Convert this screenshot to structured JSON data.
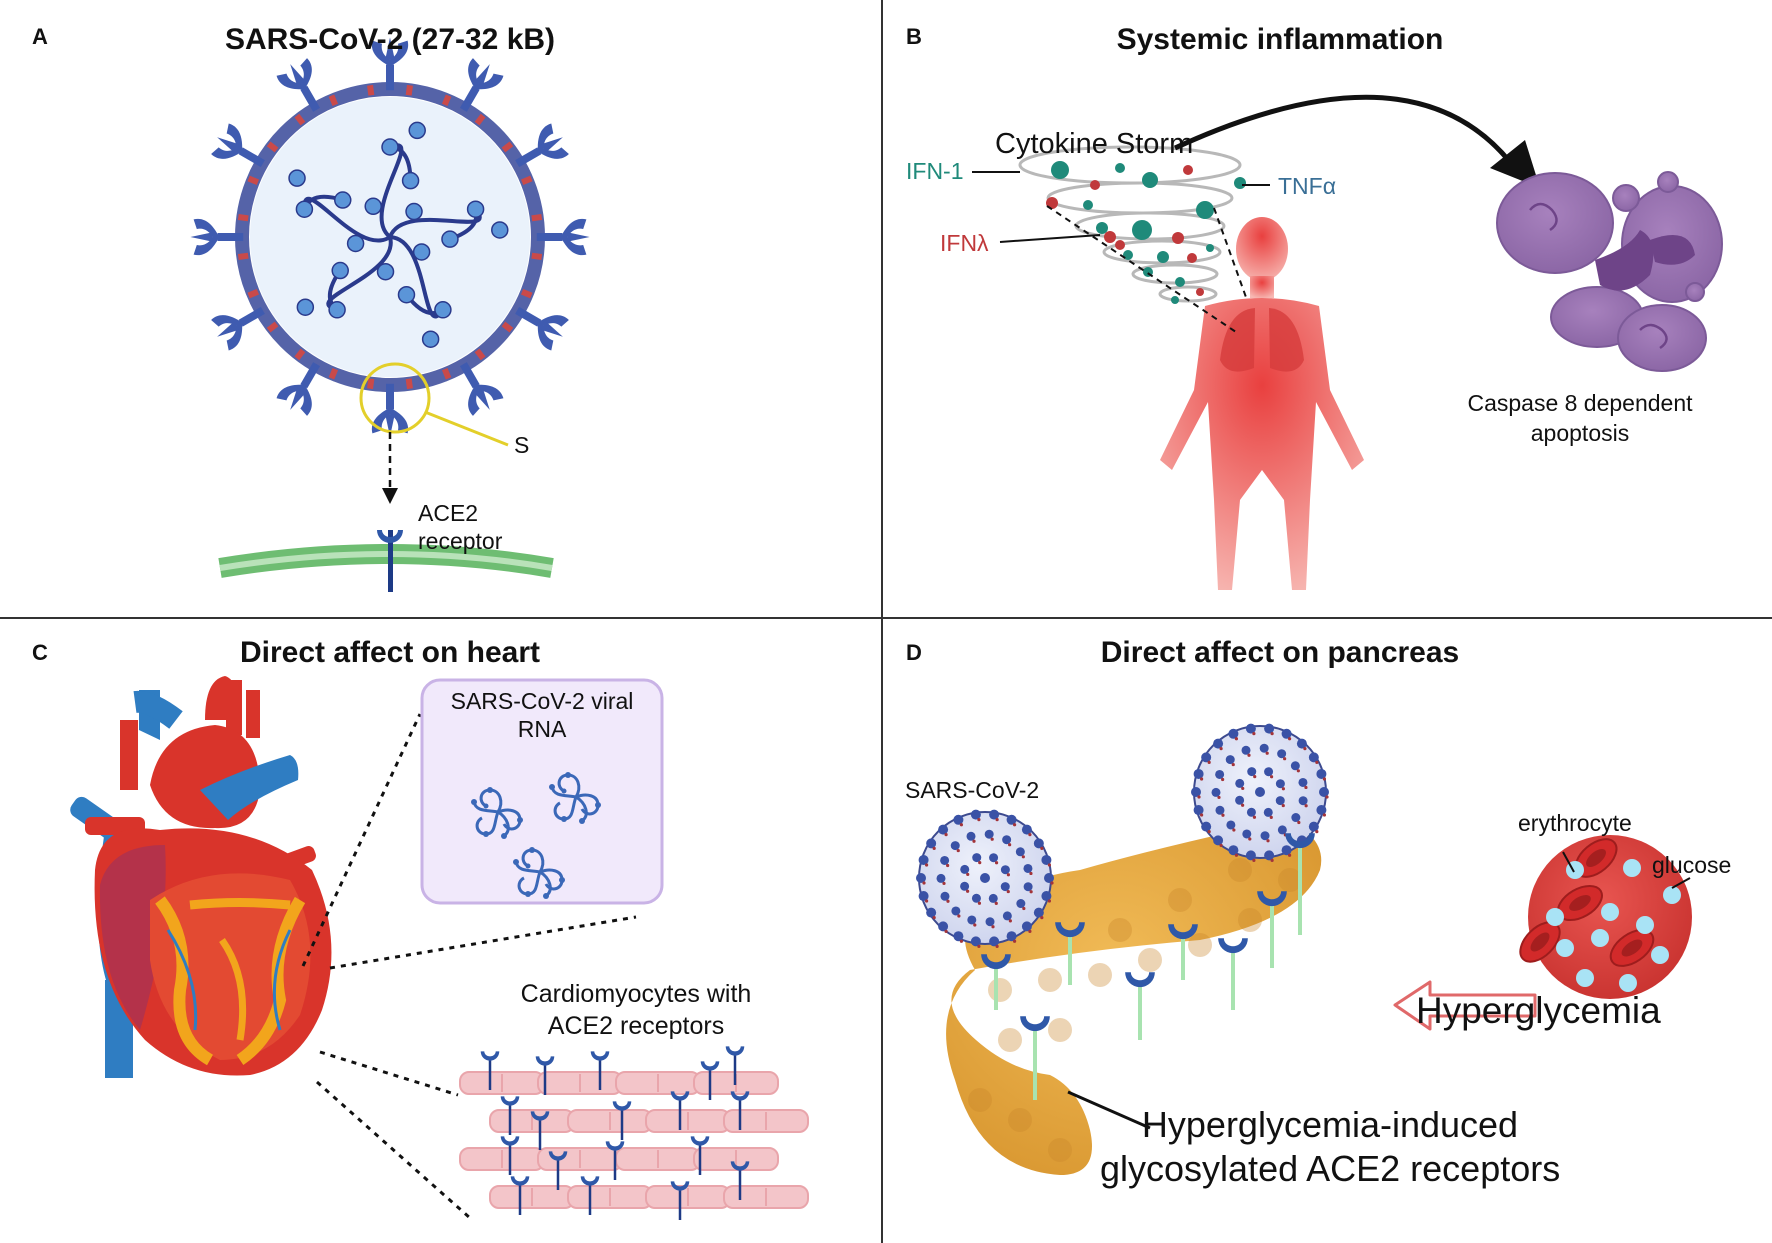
{
  "panels": {
    "a": {
      "letter": "A",
      "title": "SARS-CoV-2 (27-32 kB)",
      "spike_label": "S",
      "receptor_label_line1": "ACE2",
      "receptor_label_line2": "receptor"
    },
    "b": {
      "letter": "B",
      "title": "Systemic inflammation",
      "storm_label": "Cytokine Storm",
      "ifn1": "IFN-1",
      "tnfa": "TNFα",
      "ifnl": "IFNλ",
      "apoptosis_line1": "Caspase 8 dependent",
      "apoptosis_line2": "apoptosis"
    },
    "c": {
      "letter": "C",
      "title": "Direct affect on heart",
      "rna_line1": "SARS-CoV-2 viral",
      "rna_line2": "RNA",
      "cardio_line1": "Cardiomyocytes with",
      "cardio_line2": "ACE2 receptors"
    },
    "d": {
      "letter": "D",
      "title": "Direct affect on pancreas",
      "virus_label": "SARS-CoV-2",
      "erythrocyte_label": "erythrocyte",
      "glucose_label": "glucose",
      "hyperglycemia_label": "Hyperglycemia",
      "glyco_line1": "Hyperglycemia-induced",
      "glyco_line2": "glycosylated ACE2 receptors"
    }
  },
  "colors": {
    "virus_membrane": "#4a5ea8",
    "virus_interior": "#eaf2fb",
    "spike": "#3f5bb0",
    "rna": "#2a3a8c",
    "rna_bead": "#5b95d8",
    "membrane_green": "#7cc77f",
    "receptor_ring": "#e3cf2a",
    "ifn1": "#1f8a7a",
    "tnfa": "#3a6f96",
    "ifnl": "#c0393b",
    "body_red": "#ef6f6c",
    "apoptosis_purple": "#9c79b3",
    "heart_red": "#d9342b",
    "heart_blue": "#2f7dc2",
    "heart_yellow": "#f2a51c",
    "rna_box_fill": "#f1e9fb",
    "rna_box_stroke": "#c9b3e6",
    "cardio_pink": "#f3c5c9",
    "pancreas": "#e9a945",
    "hyper_arrow": "#e0696a",
    "rbc": "#e03a3a",
    "glucose_dot": "#a9e3f5"
  }
}
